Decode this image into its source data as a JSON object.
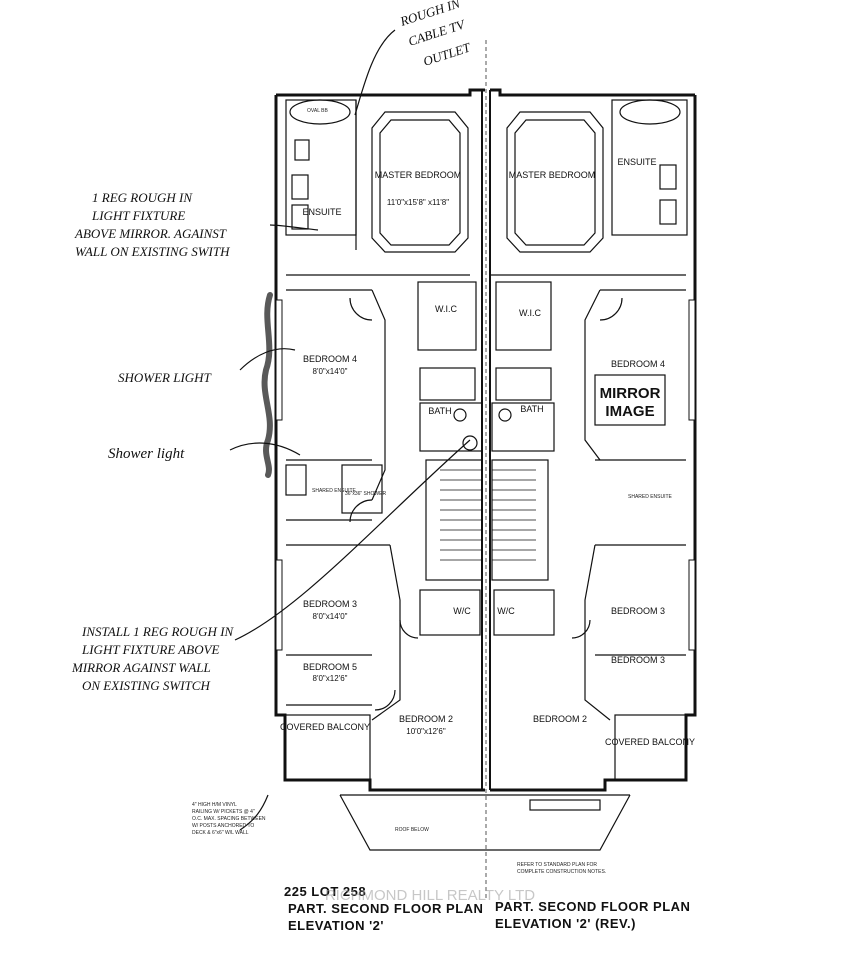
{
  "annotations": {
    "cable_line1": "ROUGH IN",
    "cable_line2": "CABLE TV",
    "cable_line3": "OUTLET",
    "light1_line1": "1 REG ROUGH IN",
    "light1_line2": "LIGHT FIXTURE",
    "light1_line3": "ABOVE MIRROR. AGAINST",
    "light1_line4": "WALL ON EXISTING SWITH",
    "shower1": "SHOWER LIGHT",
    "shower2": "Shower light",
    "install_line1": "INSTALL 1 REG ROUGH IN",
    "install_line2": "LIGHT FIXTURE ABOVE",
    "install_line3": "MIRROR AGAINST WALL",
    "install_line4": "ON EXISTING SWITCH",
    "small_note_line1": "4\" HIGH H/M VINYL",
    "small_note_line2": "RAILING W/ PICKETS @ 4\"",
    "small_note_line3": "O.C. MAX. SPACING BETWEEN",
    "small_note_line4": "W/ POSTS ANCHORED TO",
    "small_note_line5": "DECK & 6\"x6\" W/L WALL"
  },
  "left_unit": {
    "master_bedroom": "MASTER BEDROOM",
    "master_dim": "11'0\"x15'8\" x11'8\"",
    "ensuite": "ENSUITE",
    "oval_tub": "OVAL BB",
    "wic": "W.I.C",
    "bedroom4": "BEDROOM 4",
    "bedroom4_dim": "8'0\"x14'0\"",
    "bath": "BATH",
    "shared_ensuite": "SHARED ENSUITE",
    "shower": "36\"x36\" SHOWER",
    "bedroom3": "BEDROOM 3",
    "bedroom3_dim": "8'0\"x14'0\"",
    "bedroom5": "BEDROOM 5",
    "bedroom5_dim": "8'0\"x12'6\"",
    "wic2": "W/C",
    "bedroom2": "BEDROOM 2",
    "bedroom2_dim": "10'0\"x12'6\"",
    "covered_balcony": "COVERED BALCONY"
  },
  "right_unit": {
    "master_bedroom": "MASTER BEDROOM",
    "ensuite": "ENSUITE",
    "wic": "W.I.C",
    "bedroom4": "BEDROOM 4",
    "mirror_line1": "MIRROR",
    "mirror_line2": "IMAGE",
    "bath": "BATH",
    "shared_ensuite": "SHARED ENSUITE",
    "bedroom3a": "BEDROOM 3",
    "bedroom3b": "BEDROOM 3",
    "wic2": "W/C",
    "bedroom2": "BEDROOM 2",
    "covered_balcony": "COVERED BALCONY"
  },
  "roof_below": "ROOF BELOW",
  "standard_note_line1": "REFER TO STANDARD PLAN FOR",
  "standard_note_line2": "COMPLETE CONSTRUCTION NOTES.",
  "titles": {
    "lot": "225 LOT 258",
    "left_line1": "PART. SECOND FLOOR PLAN",
    "left_line2": "ELEVATION '2'",
    "right_line1": "PART. SECOND FLOOR PLAN",
    "right_line2": "ELEVATION '2' (REV.)"
  },
  "watermark": "RICHMOND HILL REALTY LTD"
}
